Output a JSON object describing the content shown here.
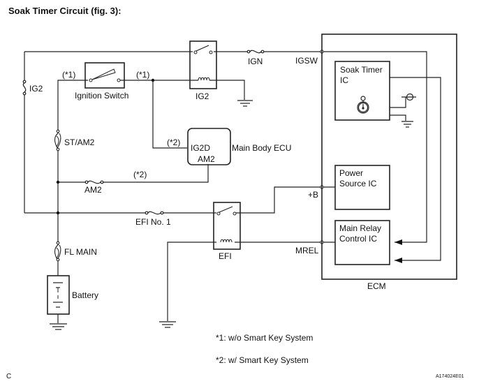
{
  "title": "Soak Timer Circuit (fig. 3):",
  "components": {
    "fuse_ig2": "IG2",
    "ignition_switch": "Ignition Switch",
    "relay_ig2": "IG2",
    "fuse_ign": "IGN",
    "fuse_st_am2": "ST/AM2",
    "main_body_ecu": "Main Body ECU",
    "ecu_pin_ig2d": "IG2D",
    "ecu_pin_am2": "AM2",
    "fuse_am2": "AM2",
    "fuse_efi_no1": "EFI No. 1",
    "relay_efi": "EFI",
    "fuse_fl_main": "FL MAIN",
    "battery": "Battery",
    "ecm": "ECM",
    "soak_timer_ic_line1": "Soak Timer",
    "soak_timer_ic_line2": "IC",
    "power_source_ic_line1": "Power",
    "power_source_ic_line2": "Source IC",
    "main_relay_ic_line1": "Main Relay",
    "main_relay_ic_line2": "Control IC"
  },
  "terminals": {
    "igsw": "IGSW",
    "plus_b": "+B",
    "mrel": "MREL"
  },
  "markers": {
    "m1_left": "(*1)",
    "m1_right": "(*1)",
    "m2_ig2d": "(*2)",
    "m2_am2": "(*2)"
  },
  "notes": {
    "note1": "*1: w/o Smart Key System",
    "note2": "*2: w/ Smart Key System"
  },
  "figure_letter": "C",
  "figure_id": "A174024E01"
}
